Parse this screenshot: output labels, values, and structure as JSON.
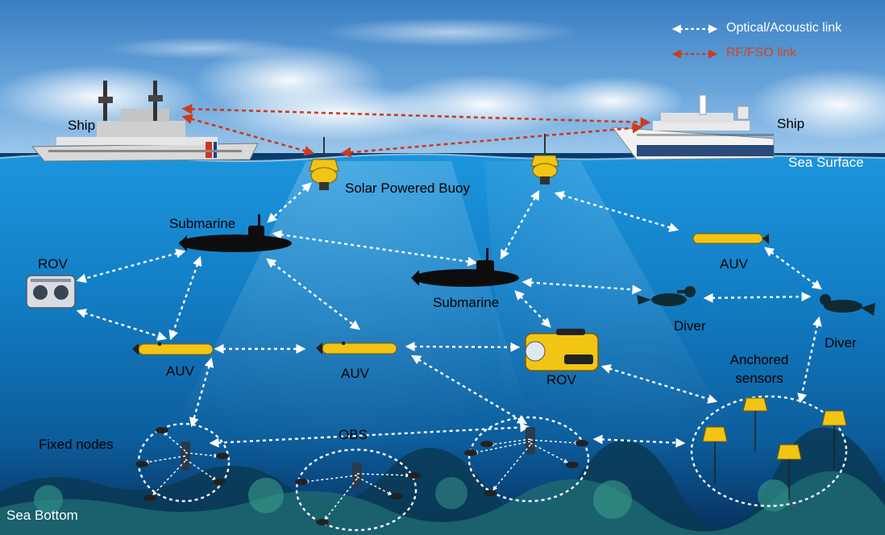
{
  "legend": {
    "optical_acoustic": "Optical/Acoustic link",
    "rf_fso": "RF/FSO link"
  },
  "labels": {
    "ship_left": "Ship",
    "ship_right": "Ship",
    "sea_surface": "Sea Surface",
    "sea_bottom": "Sea Bottom",
    "buoy": "Solar Powered Buoy",
    "submarine_left": "Submarine",
    "submarine_center": "Submarine",
    "rov_left": "ROV",
    "rov_center": "ROV",
    "auv_left": "AUV",
    "auv_center": "AUV",
    "auv_right": "AUV",
    "diver_center": "Diver",
    "diver_right": "Diver",
    "anchored_sensors_1": "Anchored",
    "anchored_sensors_2": "sensors",
    "fixed_nodes": "Fixed nodes",
    "obs": "OBS"
  },
  "colors": {
    "rf_link": "#cc3b1f",
    "optical_link": "#ffffff",
    "sky_top": "#3f86c9",
    "water_top": "#1a8fd6",
    "water_bottom": "#0a3564",
    "device_yellow": "#f2c514",
    "silhouette": "#0d0d0d",
    "hull_ship_left": "#d9d9d9",
    "hull_ship_right": "#f2f2f2"
  }
}
